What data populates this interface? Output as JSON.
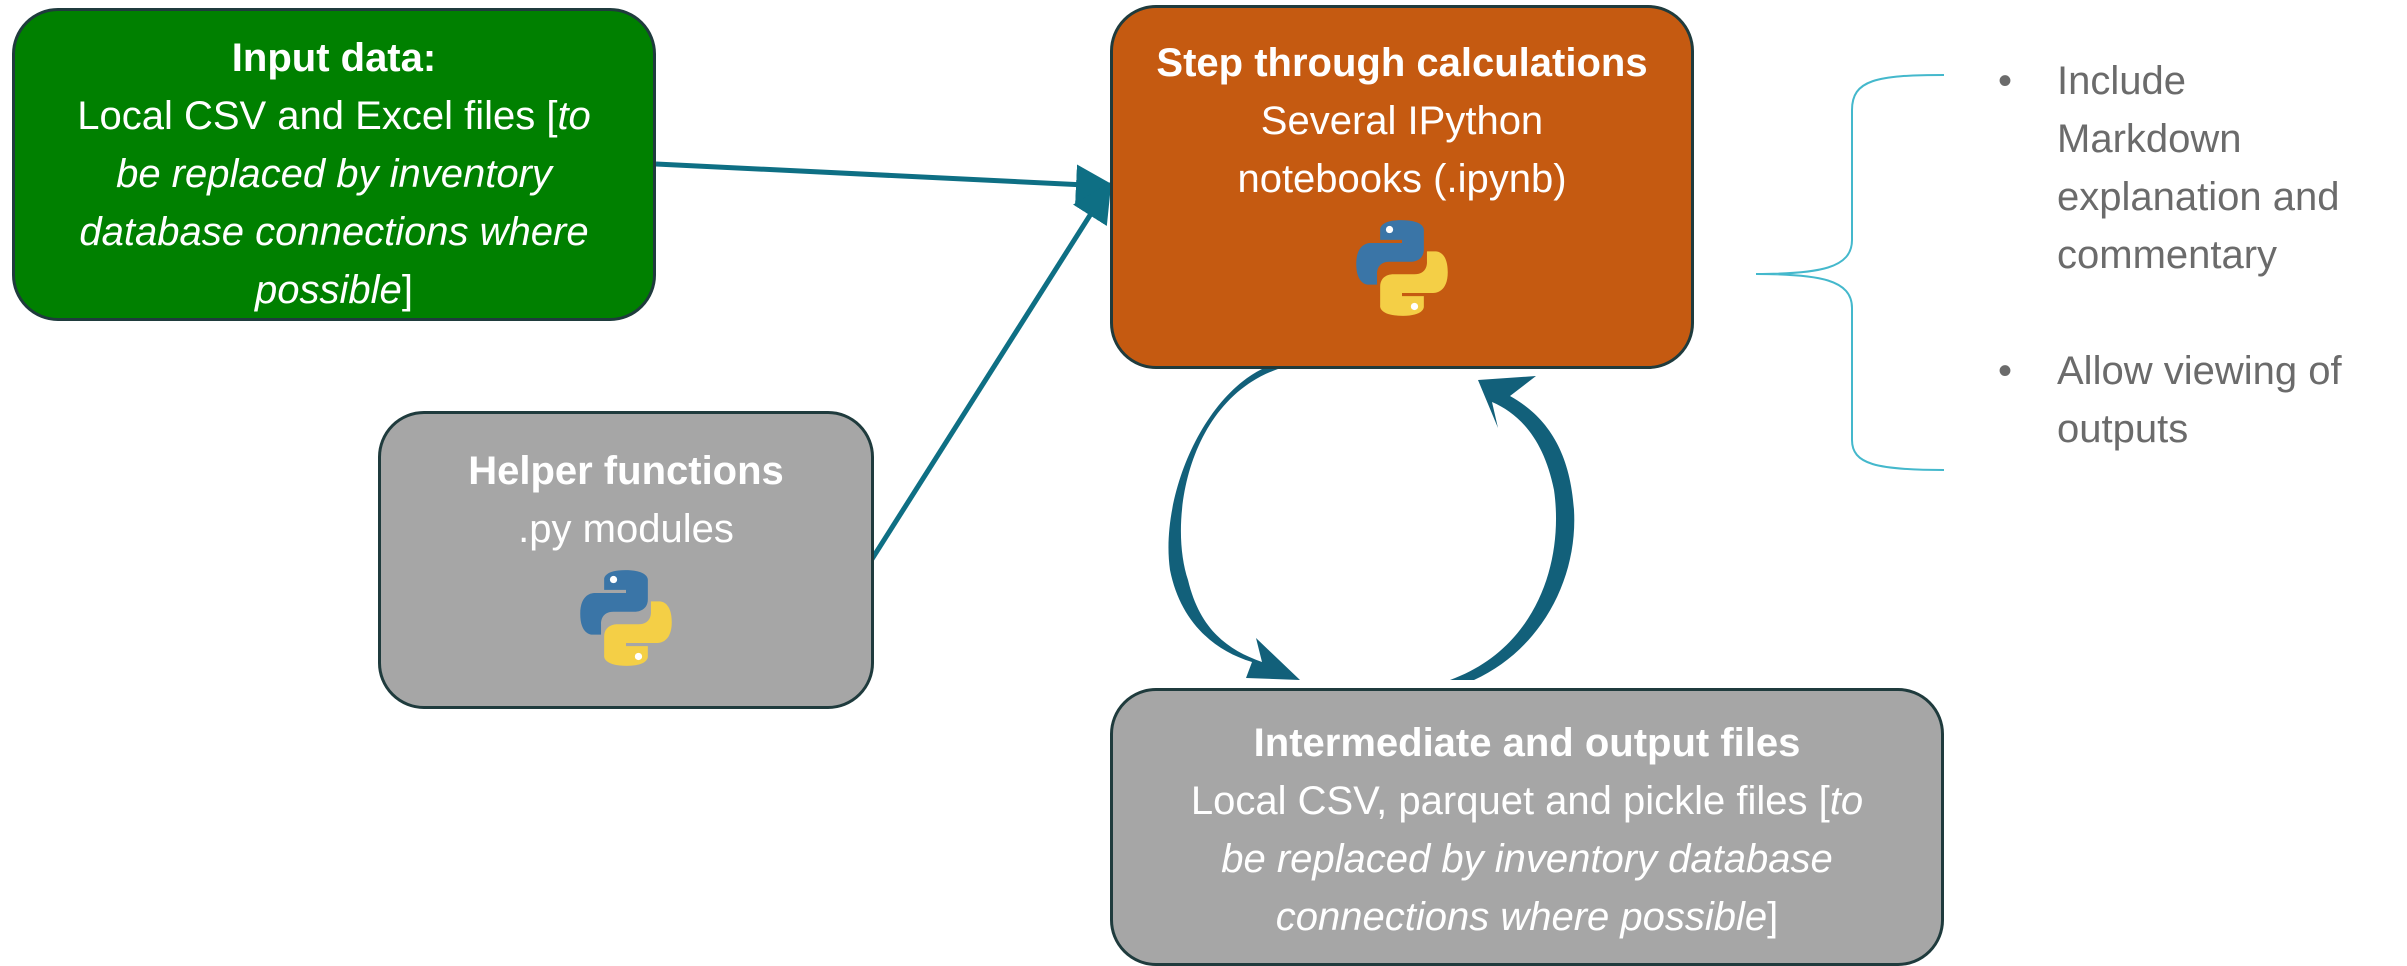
{
  "nodes": {
    "input": {
      "title": "Input data:",
      "line1": "Local CSV and Excel files [",
      "line1_italic": "to",
      "line2_italic": "be replaced by inventory",
      "line3_italic": "database connections where",
      "line4_italic": "possible",
      "line4_end": "]",
      "color": "#008000"
    },
    "step": {
      "title": "Step through calculations",
      "line1": "Several IPython",
      "line2": "notebooks (.ipynb)",
      "icon": "python-logo-icon",
      "color": "#c55a11"
    },
    "helper": {
      "title": "Helper functions",
      "line1": ".py modules",
      "icon": "python-logo-icon",
      "color": "#a6a6a6"
    },
    "intermediate": {
      "title": "Intermediate and output files",
      "line1": "Local CSV,  parquet and pickle files [",
      "line1_italic": "to",
      "line2_italic": "be replaced by inventory database",
      "line3_italic": "connections where possible",
      "line3_end": "]",
      "color": "#a6a6a6"
    }
  },
  "notes": [
    {
      "bullet": "•",
      "lines": [
        "Include",
        "Markdown",
        "explanation and",
        "commentary"
      ]
    },
    {
      "bullet": "•",
      "lines": [
        "Allow viewing of",
        "outputs"
      ]
    }
  ],
  "colors": {
    "arrow": "#0e6f84",
    "curved_arrow": "#12607a",
    "bracket": "#44b8cc",
    "python_blue": "#3a75a7",
    "python_yellow": "#f4cf46"
  }
}
